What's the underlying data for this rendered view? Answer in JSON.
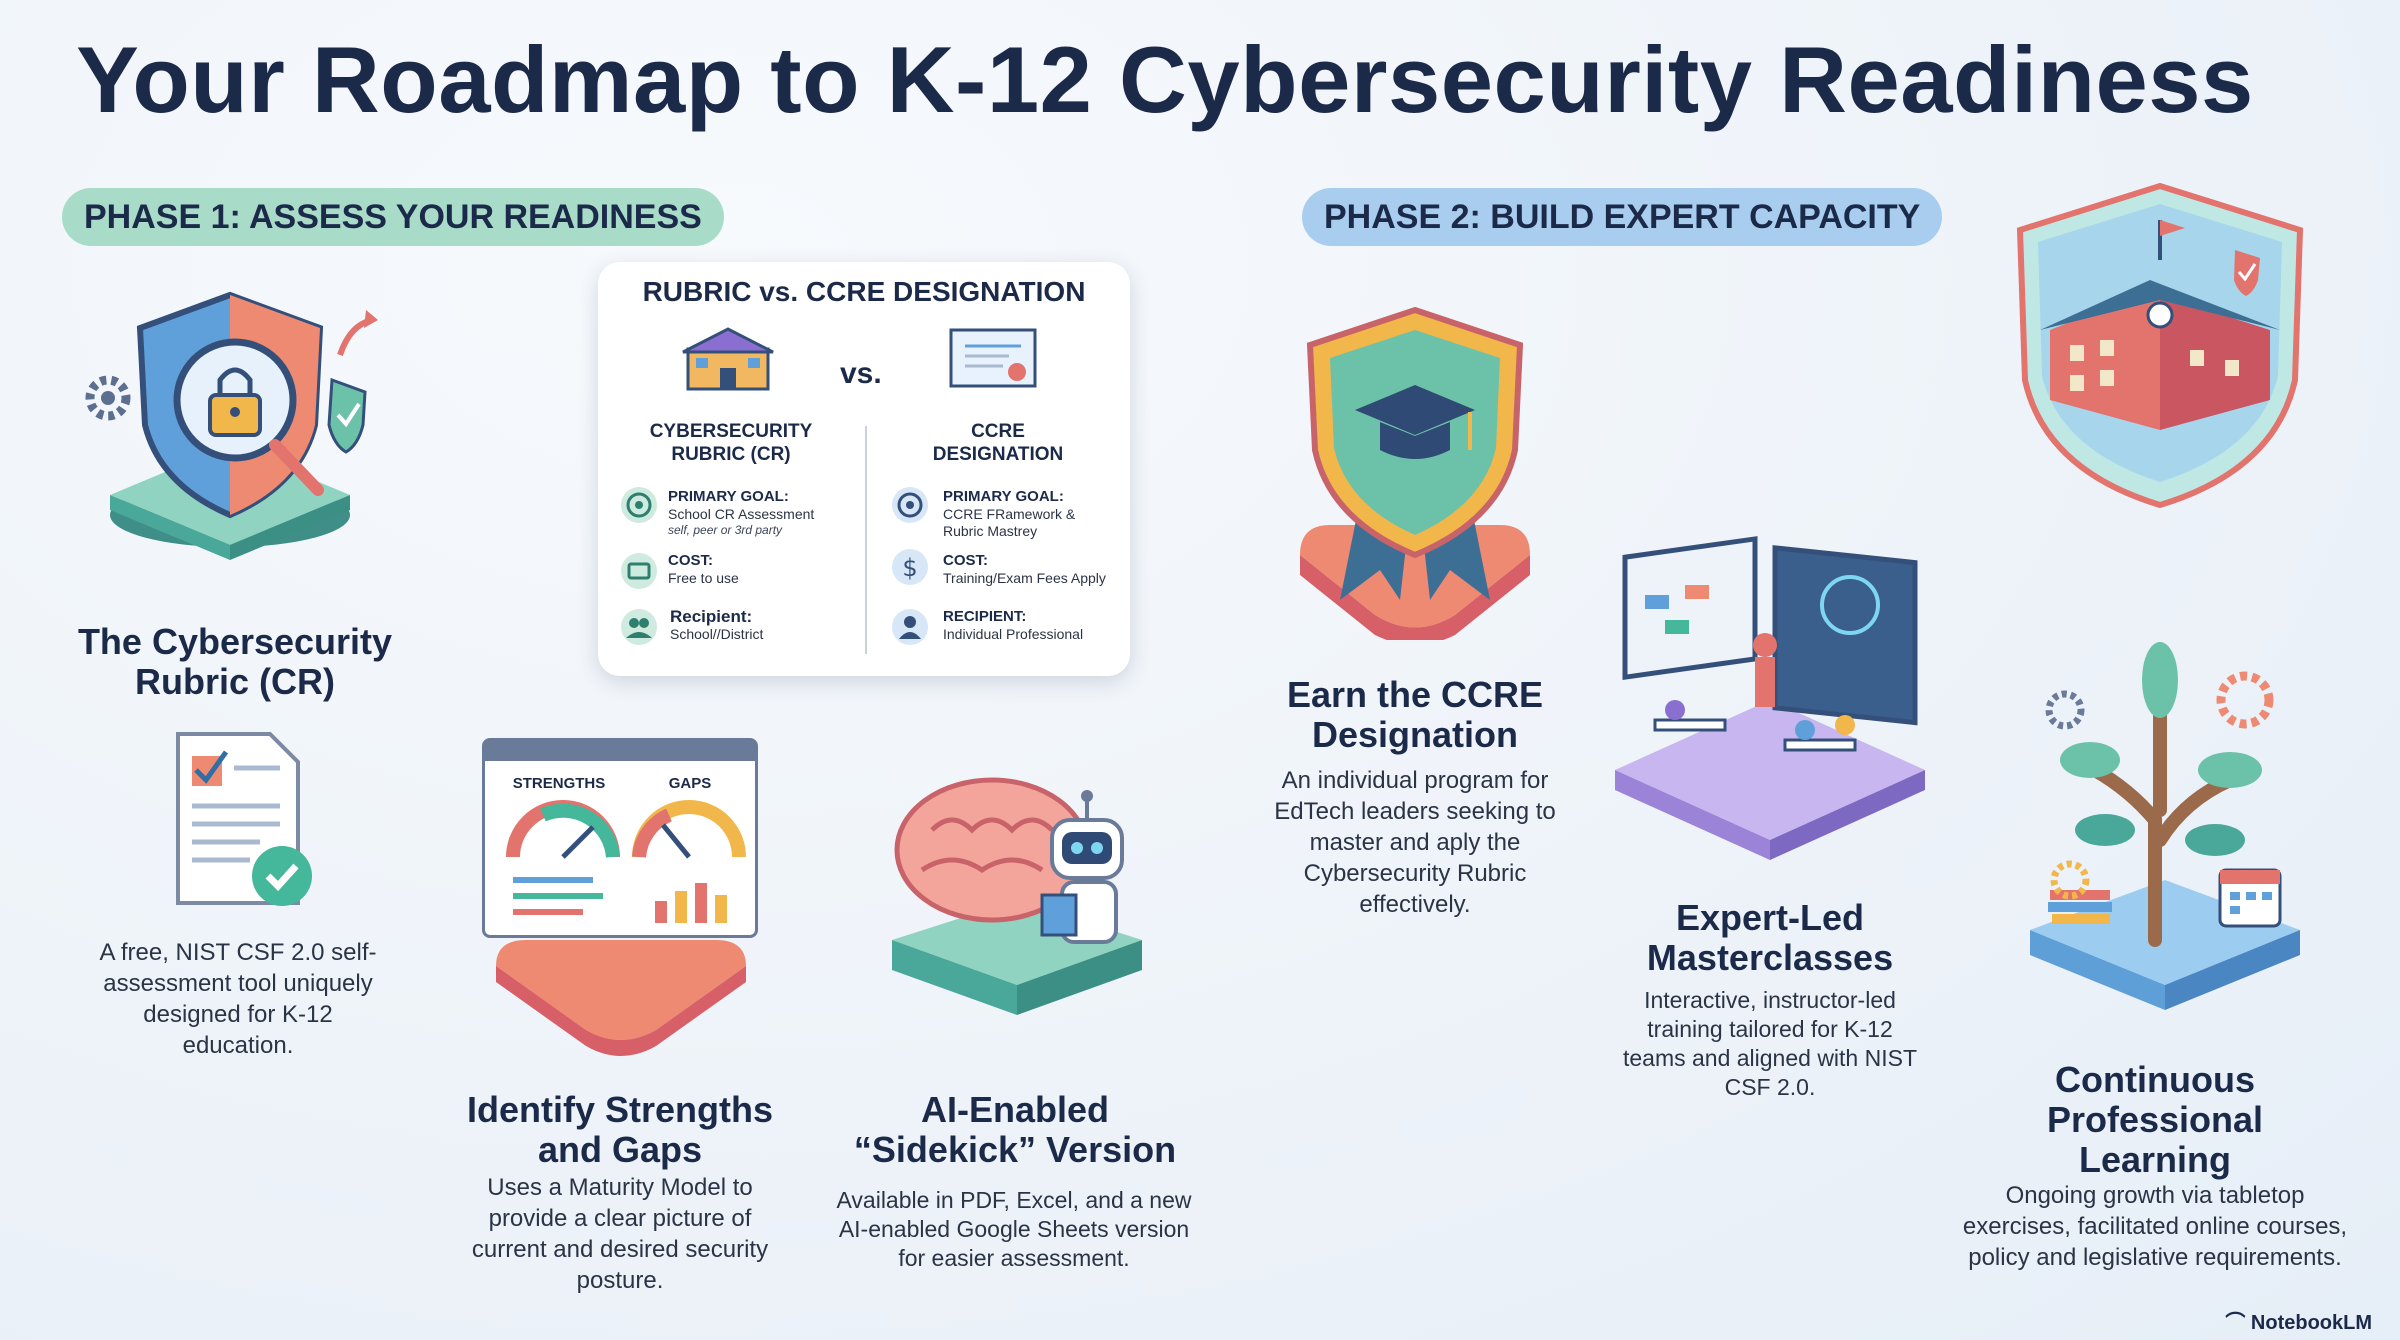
{
  "title": "Your Roadmap to K-12 Cybersecurity Readiness",
  "phase1": {
    "label": "PHASE 1: ASSESS YOUR READINESS"
  },
  "phase2": {
    "label": "PHASE 2: BUILD EXPERT CAPACITY"
  },
  "rubric": {
    "heading": "The Cybersecurity Rubric (CR)",
    "description": "A free, NIST CSF 2.0 self-assessment tool uniquely designed for K-12 education."
  },
  "comparison": {
    "title": "RUBRIC vs. CCRE DESIGNATION",
    "vs": "vs.",
    "left": {
      "heading_line1": "CYBERSECURITY",
      "heading_line2": "RUBRIC (CR)",
      "goal_label": "PRIMARY GOAL:",
      "goal_value": "School CR Assessment",
      "goal_sub": "self, peer or 3rd party",
      "cost_label": "COST:",
      "cost_value": "Free to use",
      "recipient_label": "Recipient:",
      "recipient_value": "School//District"
    },
    "right": {
      "heading_line1": "CCRE",
      "heading_line2": "DESIGNATION",
      "goal_label": "PRIMARY GOAL:",
      "goal_value_line1": "CCRE FRamework &",
      "goal_value_line2": "Rubric Mastrey",
      "cost_label": "COST:",
      "cost_value": "Training/Exam Fees Apply",
      "recipient_label": "RECIPIENT:",
      "recipient_value": "Individual Professional"
    }
  },
  "strengths": {
    "heading_line1": "Identify Strengths",
    "heading_line2": "and Gaps",
    "description": "Uses a Maturity Model to provide a clear picture of current and desired security posture.",
    "panel_left_label": "STRENGTHS",
    "panel_right_label": "GAPS"
  },
  "sidekick": {
    "heading_line1": "AI-Enabled",
    "heading_line2": "“Sidekick” Version",
    "description": "Available in PDF, Excel, and a new AI-enabled Google Sheets version for easier assessment."
  },
  "ccre": {
    "heading_line1": "Earn the CCRE",
    "heading_line2": "Designation",
    "description": "An individual program for EdTech leaders seeking to master and aply the Cybersecurity Rubric effectively."
  },
  "masterclasses": {
    "heading_line1": "Expert-Led",
    "heading_line2": "Masterclasses",
    "description": "Interactive, instructor-led training tailored for K-12 teams and aligned with NIST CSF 2.0."
  },
  "learning": {
    "heading_line1": "Continuous",
    "heading_line2": "Professional",
    "heading_line3": "Learning",
    "description": "Ongoing growth via tabletop exercises, facilitated online courses, policy and legislative requirements."
  },
  "brand": "NotebookLM",
  "icons": [
    "shield-lock-icon",
    "gear-icon",
    "checklist-document-icon",
    "gauge-dashboard-icon",
    "brain-robot-icon",
    "graduation-shield-icon",
    "classroom-icon",
    "school-building-icon",
    "growth-tree-icon",
    "target-icon",
    "dollar-icon",
    "person-icon",
    "school-icon",
    "certificate-icon"
  ],
  "colors": {
    "navy": "#1c2a4a",
    "phase1": "#a8dcc8",
    "phase2": "#a9cdef",
    "coral": "#f0706a",
    "teal": "#4fb3a4",
    "purple": "#9b84d8",
    "blue": "#5f9fd8"
  }
}
